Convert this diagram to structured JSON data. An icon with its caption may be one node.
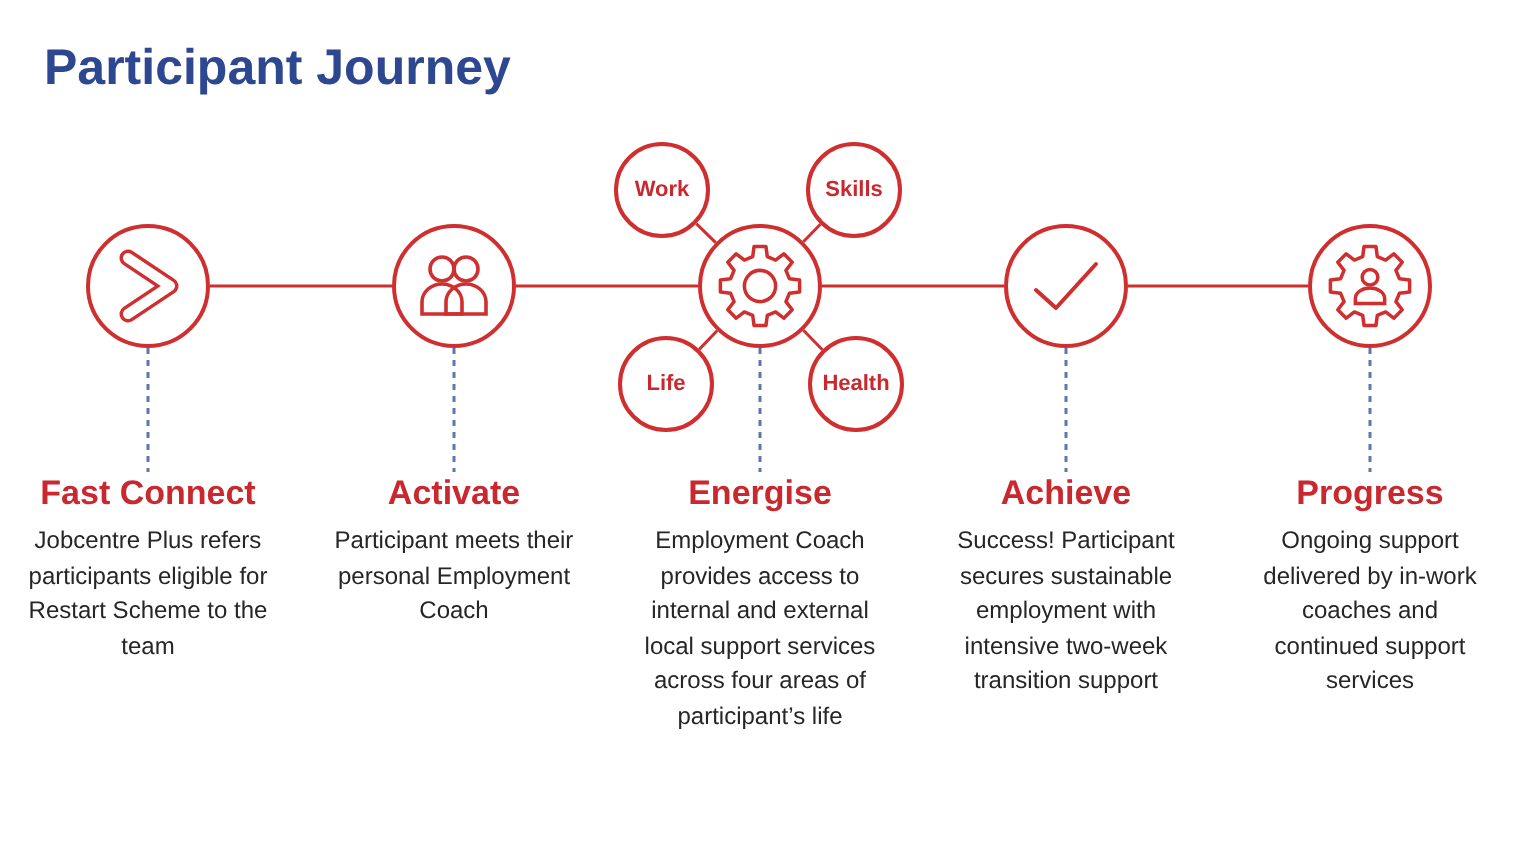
{
  "diagram": {
    "title": "Participant Journey",
    "nodes": [
      {
        "text": [],
        "shape": "circle"
      },
      {
        "text": [],
        "shape": "circle"
      },
      {
        "text": [],
        "shape": "circle"
      },
      {
        "text": [],
        "shape": "circle"
      },
      {
        "text": [],
        "shape": "circle"
      },
      {
        "text": [
          "Work"
        ]
      },
      {
        "text": [
          "Skills"
        ]
      },
      {
        "text": [
          "Life"
        ]
      },
      {
        "text": [
          "Health"
        ]
      },
      {
        "text": [
          "Fast Connect",
          "Jobcentre Plus refers participants eligible for Restart Scheme to the team"
        ]
      },
      {
        "text": [
          "Activate",
          "Participant meets their personal Employment Coach"
        ]
      },
      {
        "text": [
          "Energise",
          "Employment Coach provides access to internal and external local support services across four areas of participant’s life"
        ]
      },
      {
        "text": [
          "Achieve",
          "Success! Participant secures sustainable employment with intensive two-week transition support"
        ]
      },
      {
        "text": [
          "Progress",
          "Ongoing support delivered by in-work coaches and continued support services"
        ]
      }
    ],
    "edges": [
      {
        "from": 0,
        "to": 1,
        "arrow": "none"
      },
      {
        "from": 1,
        "to": 2,
        "arrow": "none"
      },
      {
        "from": 2,
        "to": 3,
        "arrow": "none"
      },
      {
        "from": 3,
        "to": 4,
        "arrow": "none"
      },
      {
        "from": 2,
        "to": 5,
        "arrow": "none"
      },
      {
        "from": 2,
        "to": 6,
        "arrow": "none"
      },
      {
        "from": 2,
        "to": 7,
        "arrow": "none"
      },
      {
        "from": 2,
        "to": 8,
        "arrow": "none"
      },
      {
        "from": 0,
        "to": 9,
        "arrow": "none",
        "style": "dashed",
        "color": "#5a78ad"
      },
      {
        "from": 1,
        "to": 10,
        "arrow": "none",
        "style": "dashed",
        "color": "#5a78ad"
      },
      {
        "from": 2,
        "to": 11,
        "arrow": "none",
        "style": "dashed",
        "color": "#5a78ad"
      },
      {
        "from": 3,
        "to": 12,
        "arrow": "none",
        "style": "dashed",
        "color": "#5a78ad"
      },
      {
        "from": 4,
        "to": 13,
        "arrow": "none",
        "style": "dashed",
        "color": "#5a78ad"
      }
    ]
  }
}
